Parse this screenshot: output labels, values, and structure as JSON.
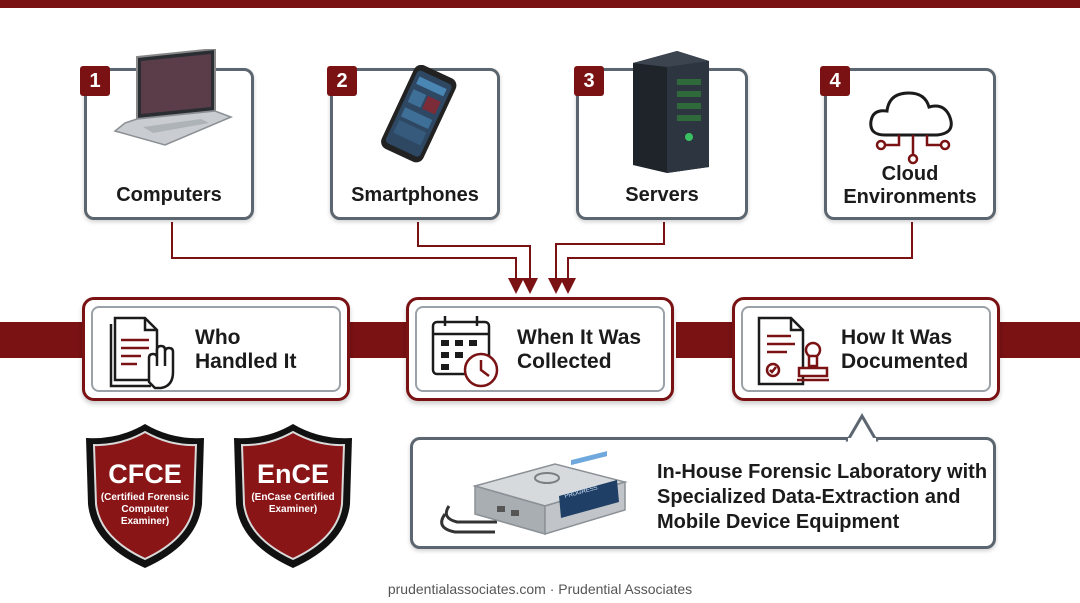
{
  "sources": [
    {
      "number": "1",
      "label": "Computers",
      "icon": "laptop-icon"
    },
    {
      "number": "2",
      "label": "Smartphones",
      "icon": "smartphone-icon"
    },
    {
      "number": "3",
      "label": "Servers",
      "icon": "server-icon"
    },
    {
      "number": "4",
      "label_line1": "Cloud",
      "label_line2": "Environments",
      "icon": "cloud-icon"
    }
  ],
  "process": [
    {
      "line1": "Who",
      "line2": "Handled It",
      "icon": "document-hand-icon"
    },
    {
      "line1": "When It Was",
      "line2": "Collected",
      "icon": "calendar-clock-icon"
    },
    {
      "line1": "How It Was",
      "line2": "Documented",
      "icon": "document-stamp-icon"
    }
  ],
  "certifications": [
    {
      "abbr": "CFCE",
      "full_line1": "(Certified Forensic",
      "full_line2": "Computer",
      "full_line3": "Examiner)"
    },
    {
      "abbr": "EnCE",
      "full_line1": "(EnCase Certified",
      "full_line2": "Examiner)"
    }
  ],
  "lab": {
    "line1": "In-House Forensic Laboratory with",
    "line2": "Specialized Data-Extraction and",
    "line3": "Mobile Device Equipment",
    "device_screen_text": "PROGRESS"
  },
  "footer": "prudentialassociates.com · Prudential Associates",
  "colors": {
    "accent": "#7a1214",
    "border": "#5c6670"
  }
}
